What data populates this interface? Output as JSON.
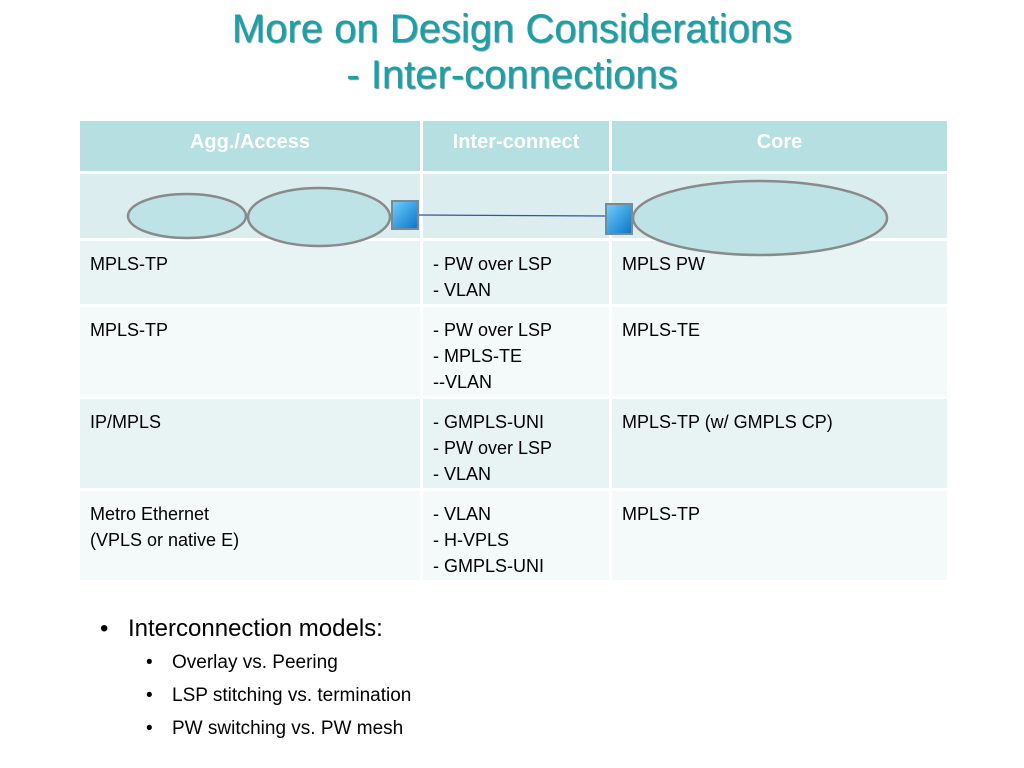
{
  "title": {
    "line1": "More on Design Considerations",
    "line2": "- Inter-connections"
  },
  "table": {
    "headers": [
      "Agg./Access",
      "Inter-connect",
      "Core"
    ],
    "rows": [
      {
        "agg": [
          "MPLS-TP"
        ],
        "inter": [
          "- PW over LSP",
          "- VLAN"
        ],
        "core": [
          "MPLS PW"
        ]
      },
      {
        "agg": [
          "MPLS-TP"
        ],
        "inter": [
          "- PW over LSP",
          "- MPLS-TE",
          "--VLAN"
        ],
        "core": [
          "MPLS-TE"
        ]
      },
      {
        "agg": [
          "IP/MPLS"
        ],
        "inter": [
          "- GMPLS-UNI",
          "- PW over LSP",
          "- VLAN"
        ],
        "core": [
          "MPLS-TP (w/ GMPLS CP)"
        ]
      },
      {
        "agg": [
          "Metro Ethernet",
          "(VPLS or native E)"
        ],
        "inter": [
          "- VLAN",
          "- H-VPLS",
          "- GMPLS-UNI"
        ],
        "core": [
          "MPLS-TP"
        ]
      }
    ]
  },
  "bullets": {
    "main": "Interconnection models:",
    "sub": [
      "Overlay vs. Peering",
      "LSP stitching vs. termination",
      "PW switching vs. PW mesh"
    ]
  },
  "colors": {
    "title": "#1aa0a8",
    "header_bg": "#b5dfe1",
    "ellipse_fill": "#bde3e6",
    "node_fill": "#1e8fd6"
  }
}
